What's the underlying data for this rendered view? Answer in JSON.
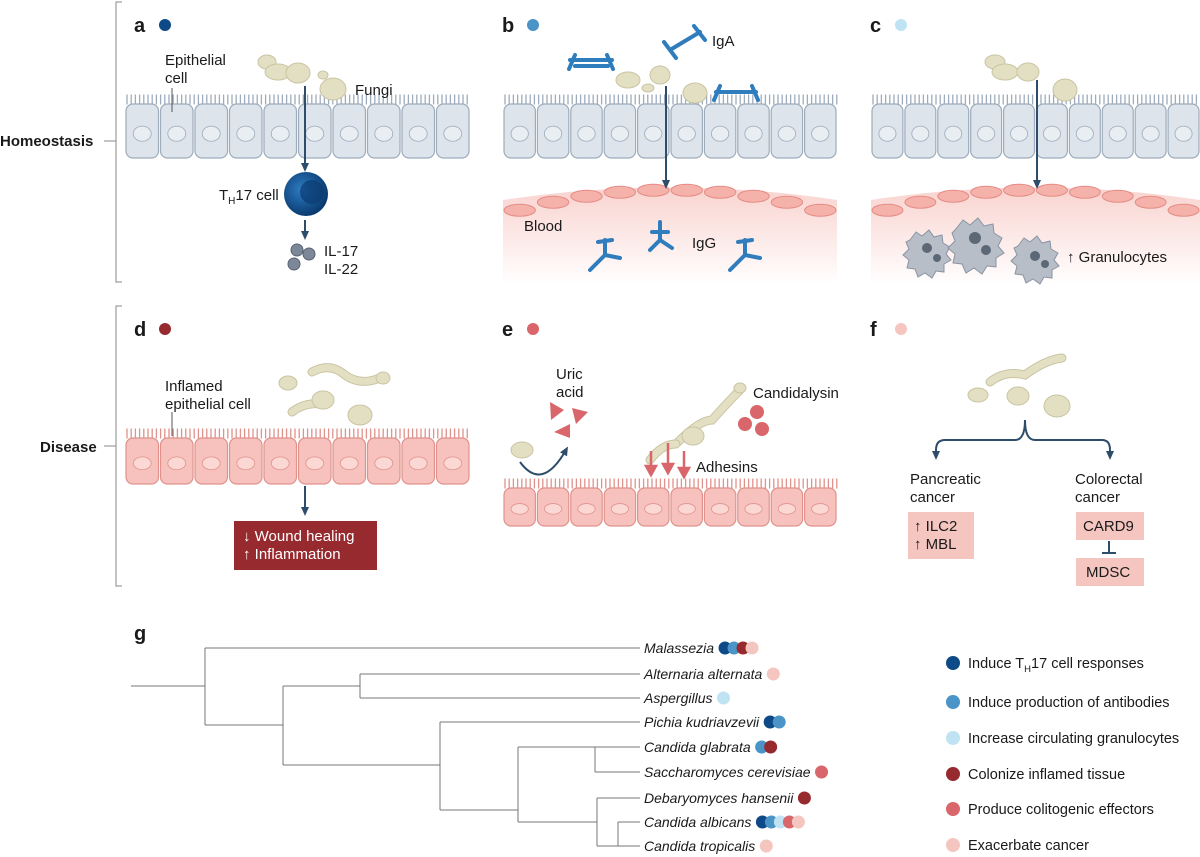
{
  "rows": {
    "homeostasis": "Homeostasis",
    "disease": "Disease"
  },
  "panels": {
    "a": {
      "letter": "a",
      "epithelial": [
        "Epithelial",
        "cell"
      ],
      "fungi": "Fungi",
      "th17_main": "T",
      "th17_sub": "H",
      "th17_rest": "17 cell",
      "il17": "IL-17",
      "il22": "IL-22"
    },
    "b": {
      "letter": "b",
      "iga": "IgA",
      "blood": "Blood",
      "igg": "IgG"
    },
    "c": {
      "letter": "c",
      "granulocytes": "↑ Granulocytes"
    },
    "d": {
      "letter": "d",
      "inflamed": [
        "Inflamed",
        "epithelial cell"
      ],
      "wound": "↓ Wound healing",
      "inflammation": "↑ Inflammation"
    },
    "e": {
      "letter": "e",
      "uric": [
        "Uric",
        "acid"
      ],
      "candidalysin": "Candidalysin",
      "adhesins": "Adhesins"
    },
    "f": {
      "letter": "f",
      "pancreatic": [
        "Pancreatic",
        "cancer"
      ],
      "colorectal": [
        "Colorectal",
        "cancer"
      ],
      "ilc2": "↑ ILC2",
      "mbl": "↑ MBL",
      "card9": "CARD9",
      "mdsc": "MDSC"
    },
    "g": {
      "letter": "g"
    }
  },
  "colors": {
    "th17": "#0d4a87",
    "antibodies": "#4a94c8",
    "granulocytes": "#bfe3f3",
    "colonize": "#962a2e",
    "colitogenic": "#d9666b",
    "cancer": "#f5c6c0",
    "epithelium": "#dde4ec",
    "inflamed_epithelium": "#f7c2bd",
    "fungi": "#e3dfc3",
    "arrow": "#2e4d6b"
  },
  "legend": [
    {
      "key": "th17",
      "pre": "Induce T",
      "sub": "H",
      "post": "17 cell responses"
    },
    {
      "key": "antibodies",
      "pre": "Induce production of antibodies",
      "sub": "",
      "post": ""
    },
    {
      "key": "granulocytes",
      "pre": "Increase circulating granulocytes",
      "sub": "",
      "post": ""
    },
    {
      "key": "colonize",
      "pre": "Colonize inflamed tissue",
      "sub": "",
      "post": ""
    },
    {
      "key": "colitogenic",
      "pre": "Produce colitogenic effectors",
      "sub": "",
      "post": ""
    },
    {
      "key": "cancer",
      "pre": "Exacerbate cancer",
      "sub": "",
      "post": ""
    }
  ],
  "species": [
    {
      "name": "Malassezia",
      "traits": [
        "th17",
        "antibodies",
        "colonize",
        "cancer"
      ]
    },
    {
      "name": "Alternaria alternata",
      "traits": [
        "cancer"
      ]
    },
    {
      "name": "Aspergillus",
      "traits": [
        "granulocytes"
      ]
    },
    {
      "name": "Pichia kudriavzevii",
      "traits": [
        "th17",
        "antibodies"
      ]
    },
    {
      "name": "Candida glabrata",
      "traits": [
        "antibodies",
        "colonize"
      ]
    },
    {
      "name": "Saccharomyces cerevisiae",
      "traits": [
        "colitogenic"
      ]
    },
    {
      "name": "Debaryomyces hansenii",
      "traits": [
        "colonize"
      ]
    },
    {
      "name": "Candida albicans",
      "traits": [
        "th17",
        "antibodies",
        "granulocytes",
        "colitogenic",
        "cancer"
      ]
    },
    {
      "name": "Candida tropicalis",
      "traits": [
        "cancer"
      ]
    }
  ]
}
